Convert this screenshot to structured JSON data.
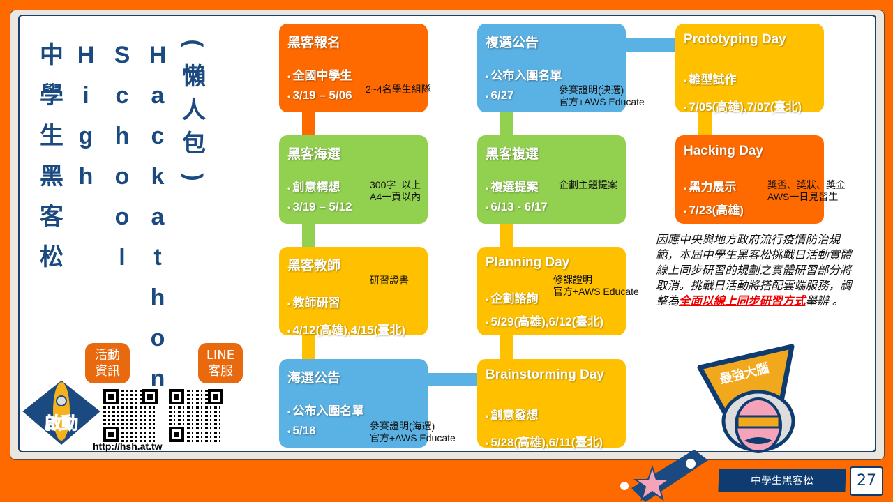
{
  "title": {
    "chinese": [
      "中",
      "學",
      "生",
      "黑",
      "客",
      "松"
    ],
    "high": [
      "H",
      "i",
      "g",
      "h"
    ],
    "school": [
      "S",
      "c",
      "h",
      "o",
      "o",
      "l"
    ],
    "hackathon": [
      "H",
      "a",
      "c",
      "k",
      "a",
      "t",
      "h",
      "o",
      "n"
    ],
    "lazy": [
      "(",
      "懶",
      "人",
      "包",
      ")"
    ]
  },
  "badges": {
    "info": "活動\n資訊",
    "line": "LINE\n客服"
  },
  "launch_badge": "啟動",
  "url": "http://hsh.at.tw",
  "boxes": [
    {
      "title": "黑客報名",
      "items": [
        "全國中學生",
        "3/19 – 5/06"
      ],
      "note": "2~4名學生組隊"
    },
    {
      "title": "黑客海選",
      "items": [
        "創意構想",
        "3/19 – 5/12"
      ],
      "note": "300字  以上\nA4一頁以內"
    },
    {
      "title": "黑客教師",
      "items": [
        "教師研習",
        "4/12(高雄),4/15(臺北)"
      ],
      "note": "研習證書"
    },
    {
      "title": "海選公告",
      "items": [
        "公布入圍名單",
        "5/18"
      ],
      "note": "參賽證明(海選)\n官方+AWS Educate"
    },
    {
      "title": "複選公告",
      "items": [
        "公布入圍名單",
        "6/27"
      ],
      "note": "參賽證明(決選)\n官方+AWS Educate"
    },
    {
      "title": "黑客複選",
      "items": [
        "複選提案",
        "6/13 - 6/17"
      ],
      "note": "企劃主題提案"
    },
    {
      "title": "Planning Day",
      "items": [
        "企劃諮詢",
        "5/29(高雄),6/12(臺北)"
      ],
      "note": "修課證明\n官方+AWS Educate"
    },
    {
      "title": "Brainstorming Day",
      "items": [
        "創意發想",
        "5/28(高雄),6/11(臺北)"
      ],
      "note": ""
    },
    {
      "title": "Prototyping Day",
      "items": [
        "雛型試作",
        "7/05(高雄),7/07(臺北)"
      ],
      "note": ""
    },
    {
      "title": "Hacking Day",
      "items": [
        "黑力展示",
        "7/23(高雄)"
      ],
      "note": "獎盃、獎狀、獎金\nAWS一日見習生"
    }
  ],
  "notice": {
    "text": "因應中央與地方政府流行疫情防治規範，本屆中學生黑客松挑戰日活動實體線上同步研習的規劃之實體研習部分將取消。挑戰日活動將搭配雲端服務，調整為",
    "highlight": "全面以線上同步研習方式",
    "tail": "舉辦 。"
  },
  "mascot_label": "最強大腦",
  "footer": {
    "title": "中學生黑客松",
    "page": "27"
  },
  "colors": {
    "orange": "#ff6a00",
    "green": "#92d050",
    "yellow": "#ffc000",
    "blue": "#5ab1e3",
    "navy": "#1a3f6e"
  }
}
